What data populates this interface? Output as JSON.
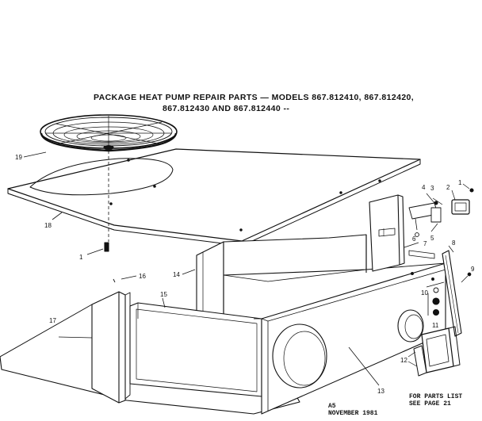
{
  "title": {
    "line1": "PACKAGE HEAT PUMP REPAIR PARTS — MODELS 867.812410, 867.812420,",
    "line2": "867.812430 AND 867.812440 --"
  },
  "footer": {
    "code": "A5",
    "date": "NOVEMBER 1981",
    "parts_list_line1": "FOR PARTS LIST",
    "parts_list_line2": "SEE PAGE 21"
  },
  "callouts": {
    "c1_top": "1",
    "c2": "2",
    "c3": "3",
    "c4": "4",
    "c5": "5",
    "c6": "6",
    "c7": "7",
    "c8": "8",
    "c9": "9",
    "c10": "10",
    "c11": "11",
    "c12": "12",
    "c13": "13",
    "c14": "14",
    "c15": "15",
    "c16": "16",
    "c17": "17",
    "c18": "18",
    "c19": "19",
    "c1_left": "1"
  }
}
